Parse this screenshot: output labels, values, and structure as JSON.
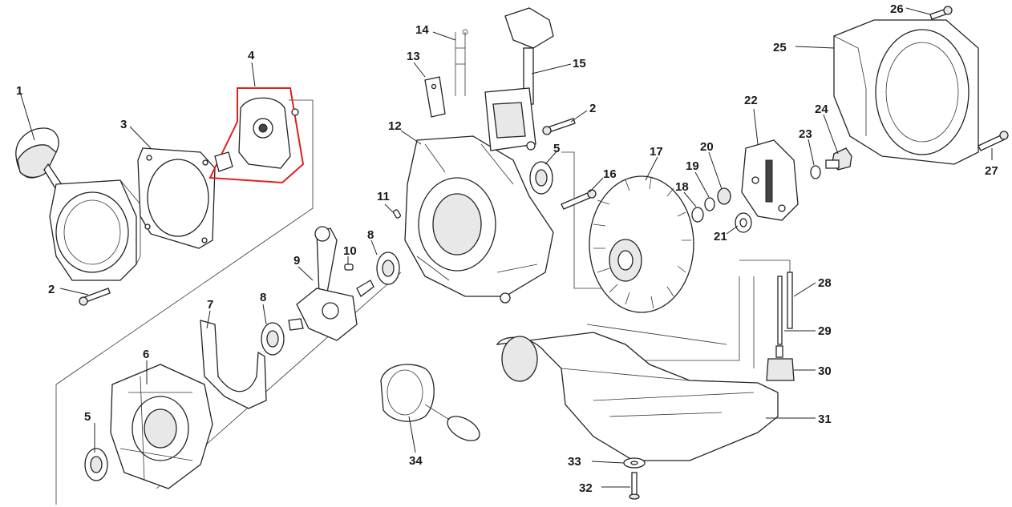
{
  "labels": {
    "l1": "1",
    "l2a": "2",
    "l2b": "2",
    "l3": "3",
    "l4": "4",
    "l5a": "5",
    "l5b": "5",
    "l6": "6",
    "l7": "7",
    "l8a": "8",
    "l8b": "8",
    "l9": "9",
    "l10": "10",
    "l11": "11",
    "l12": "12",
    "l13": "13",
    "l14": "14",
    "l15": "15",
    "l16": "16",
    "l17": "17",
    "l18": "18",
    "l19": "19",
    "l20": "20",
    "l21": "21",
    "l22": "22",
    "l23": "23",
    "l24": "24",
    "l25": "25",
    "l26": "26",
    "l27": "27",
    "l28": "28",
    "l29": "29",
    "l30": "30",
    "l31": "31",
    "l32": "32",
    "l33": "33",
    "l34": "34"
  },
  "colors": {
    "highlight": "#e0201c",
    "ink": "#222222"
  }
}
